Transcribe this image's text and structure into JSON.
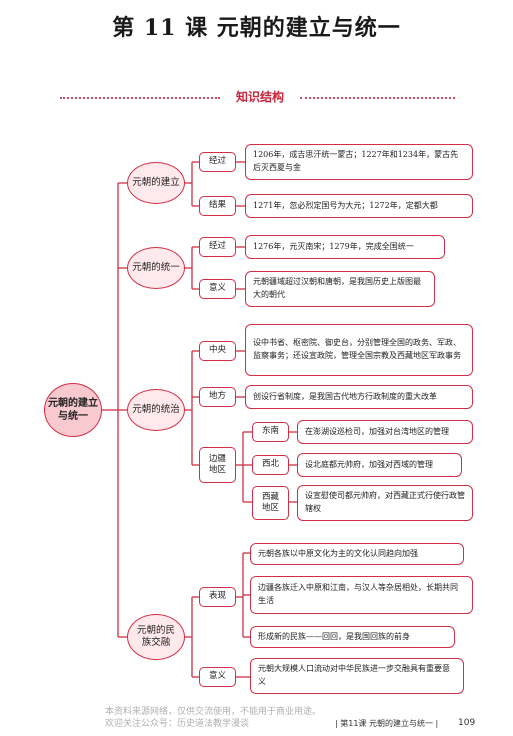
{
  "title": "第 11 课    元朝的建立与统一",
  "section_label": "知识结构",
  "root": "元朝的建立与统一",
  "branches": {
    "founding": {
      "label": "元朝的建立",
      "items": [
        {
          "tag": "经过",
          "text": "1206年，成吉思汗统一蒙古；1227年和1234年，蒙古先后灭西夏与金"
        },
        {
          "tag": "结果",
          "text": "1271年，忽必烈定国号为大元；1272年，定都大都"
        }
      ]
    },
    "unification": {
      "label": "元朝的统一",
      "items": [
        {
          "tag": "经过",
          "text": "1276年，元灭南宋；1279年，完成全国统一"
        },
        {
          "tag": "意义",
          "text": "元朝疆域超过汉朝和唐朝，是我国历史上版图最大的朝代"
        }
      ]
    },
    "rule": {
      "label": "元朝的统治",
      "central": {
        "tag": "中央",
        "text": "设中书省、枢密院、御史台，分别管理全国的政务、军政、监察事务；还设宣政院，管理全国宗教及西藏地区军政事务"
      },
      "local": {
        "tag": "地方",
        "text": "创设行省制度，是我国古代地方行政制度的重大改革"
      },
      "border": {
        "tag": "边疆地区",
        "items": [
          {
            "tag": "东南",
            "text": "在澎湖设巡检司，加强对台湾地区的管理"
          },
          {
            "tag": "西北",
            "text": "设北庭都元帅府，加强对西域的管理"
          },
          {
            "tag": "西藏地区",
            "text": "设宣慰使司都元帅府，对西藏正式行使行政管辖权"
          }
        ]
      }
    },
    "fusion": {
      "label": "元朝的民族交融",
      "show": {
        "tag": "表现",
        "items": [
          "元朝各族以中原文化为主的文化认同趋向加强",
          "边疆各族迁入中原和江南，与汉人等杂居相处，长期共同生活",
          "形成新的民族——回回，是我国回族的前身"
        ]
      },
      "meaning": {
        "tag": "意义",
        "text": "元朝大规模人口流动对中华民族进一步交融具有重要意义"
      }
    }
  },
  "footer": {
    "note_line1": "本资料来源网络，仅供交流使用，不能用于商业用途。",
    "note_line2": "欢迎关注公众号：历史道法教学漫谈",
    "chapter": "| 第11课   元朝的建立与统一 |",
    "page": "109"
  },
  "colors": {
    "accent": "#d02f45",
    "bubble_fill": "#ffe9ec",
    "root_fill": "#f9c9d0"
  }
}
